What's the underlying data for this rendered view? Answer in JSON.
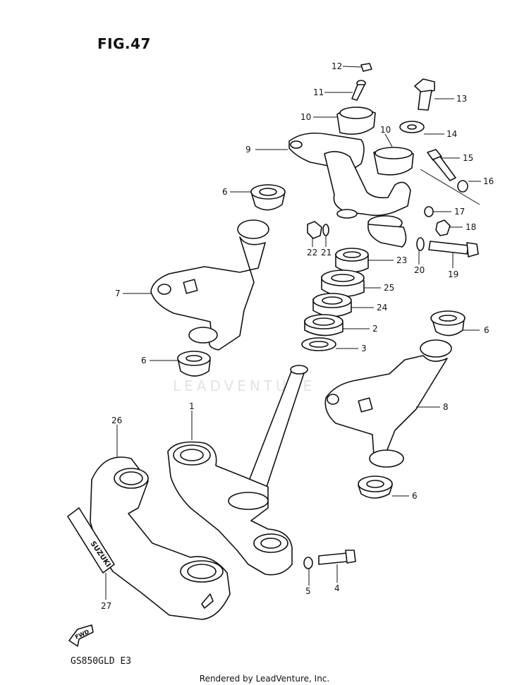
{
  "figure": {
    "title": "FIG.47",
    "model": "GS850GLD  E3",
    "watermark": "LEADVENTURE",
    "footer": "Rendered by LeadVenture, Inc."
  },
  "emblem_text": "SUZUKI",
  "fwd_marker": "FWD",
  "callouts": {
    "p1": "1",
    "p2": "2",
    "p3": "3",
    "p4": "4",
    "p5": "5",
    "p6a": "6",
    "p6b": "6",
    "p6c": "6",
    "p6d": "6",
    "p7": "7",
    "p8": "8",
    "p9": "9",
    "p10a": "10",
    "p10b": "10",
    "p11": "11",
    "p12": "12",
    "p13": "13",
    "p14": "14",
    "p15": "15",
    "p16": "16",
    "p17": "17",
    "p18": "18",
    "p19": "19",
    "p20": "20",
    "p21": "21",
    "p22": "22",
    "p23": "23",
    "p24": "24",
    "p25": "25",
    "p26": "26",
    "p27": "27"
  }
}
